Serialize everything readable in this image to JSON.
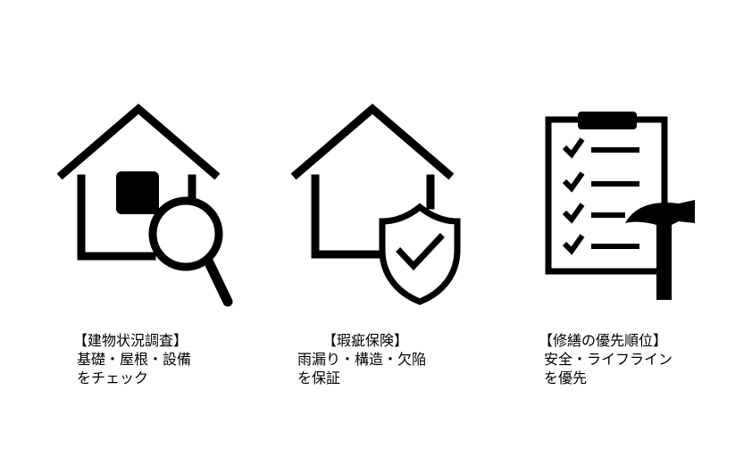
{
  "items": [
    {
      "icon": "house-magnifier-icon",
      "title": "【建物状況調査】",
      "line1": "基礎・屋根・設備",
      "line2": "をチェック"
    },
    {
      "icon": "house-shield-icon",
      "title": "【瑕疵保険】",
      "line1": "雨漏り・構造・欠陥",
      "line2": "を保証"
    },
    {
      "icon": "clipboard-hammer-icon",
      "title": "【修繕の優先順位】",
      "line1": "安全・ライフライン",
      "line2": "を優先"
    }
  ]
}
